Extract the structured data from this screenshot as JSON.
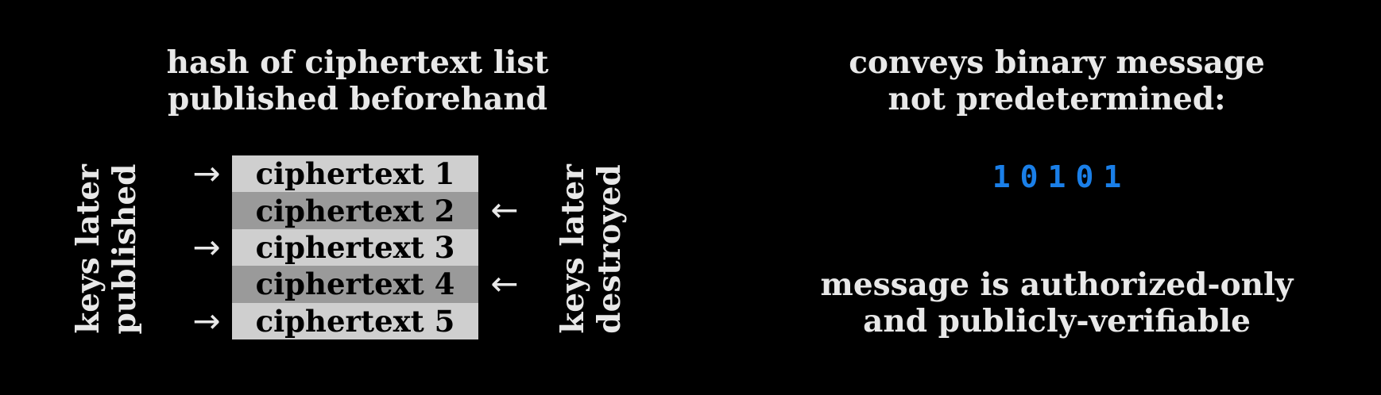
{
  "left_heading": {
    "line1": "hash of ciphertext list",
    "line2": "published beforehand"
  },
  "left_vertical_label": {
    "line1": "keys later",
    "line2": "published"
  },
  "right_vertical_label": {
    "line1": "keys later",
    "line2": "destroyed"
  },
  "ciphertexts": [
    {
      "label": "ciphertext 1",
      "shade": "light",
      "key_fate": "published",
      "arrow": "→"
    },
    {
      "label": "ciphertext 2",
      "shade": "dark",
      "key_fate": "destroyed",
      "arrow": "←"
    },
    {
      "label": "ciphertext 3",
      "shade": "light",
      "key_fate": "published",
      "arrow": "→"
    },
    {
      "label": "ciphertext 4",
      "shade": "dark",
      "key_fate": "destroyed",
      "arrow": "←"
    },
    {
      "label": "ciphertext 5",
      "shade": "light",
      "key_fate": "published",
      "arrow": "→"
    }
  ],
  "right_heading": {
    "line1": "conveys binary message",
    "line2": "not predetermined:"
  },
  "binary_message": {
    "bits": [
      "1",
      "0",
      "1",
      "0",
      "1"
    ],
    "color": "#1a7fe8"
  },
  "bottom_heading": {
    "line1": "message is authorized-only",
    "line2": "and publicly-verifiable"
  },
  "colors": {
    "background": "#000000",
    "text": "#e8e8e8",
    "row_light": "#cfcfcf",
    "row_dark": "#9a9a9a"
  }
}
